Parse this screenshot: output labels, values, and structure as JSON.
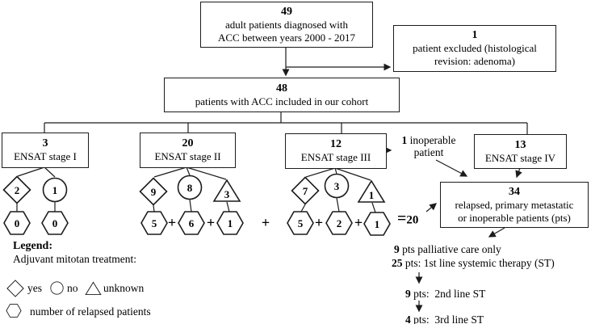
{
  "title_box": {
    "number": "49",
    "line1": "adult patients diagnosed with",
    "line2": "ACC between years 2000 - 2017"
  },
  "excluded_box": {
    "number": "1",
    "line1": "patient excluded (histological",
    "line2": "revision: adenoma)"
  },
  "cohort_box": {
    "number": "48",
    "line1": "patients with ACC included in our cohort"
  },
  "stage_boxes": {
    "s1": {
      "number": "3",
      "label": "ENSAT stage I"
    },
    "s2": {
      "number": "20",
      "label": "ENSAT stage II"
    },
    "s3": {
      "number": "12",
      "label": "ENSAT stage III"
    },
    "s4": {
      "number": "13",
      "label": "ENSAT stage IV"
    }
  },
  "inoperable": {
    "number": "1",
    "rest": " inoperable",
    "line2": "patient"
  },
  "relapsed_box": {
    "number": "34",
    "line1": "relapsed, primary metastatic",
    "line2": "or inoperable patients (pts)"
  },
  "shape_values": {
    "s1": {
      "diamond": "2",
      "circle": "1",
      "hex_diamond": "0",
      "hex_circle": "0"
    },
    "s2": {
      "diamond": "9",
      "circle": "8",
      "triangle": "3",
      "hex1": "5",
      "hex2": "6",
      "hex3": "1"
    },
    "s3": {
      "diamond": "7",
      "circle": "3",
      "triangle": "1",
      "hex1": "5",
      "hex2": "2",
      "hex3": "1"
    }
  },
  "operators": {
    "plus": "+",
    "equals": "=",
    "total": "20"
  },
  "therapy": {
    "line1_num": "9",
    "line1_text": " pts palliative care only",
    "line2_num": "25",
    "line2_text": " pts: 1st line systemic therapy (ST)",
    "line3_num": "9",
    "line3_text": " pts:  2nd line ST",
    "line4_num": "4",
    "line4_text": " pts:  3rd line ST"
  },
  "legend": {
    "title": "Legend:",
    "subtitle": "Adjuvant mitotan treatment:",
    "diamond_label": "yes",
    "circle_label": "no",
    "triangle_label": "unknown",
    "hexagon_label": "number of relapsed patients"
  },
  "colors": {
    "line": "#1c1c1c",
    "box_border": "#1c1c1c",
    "background": "#ffffff",
    "text": "#000000"
  }
}
